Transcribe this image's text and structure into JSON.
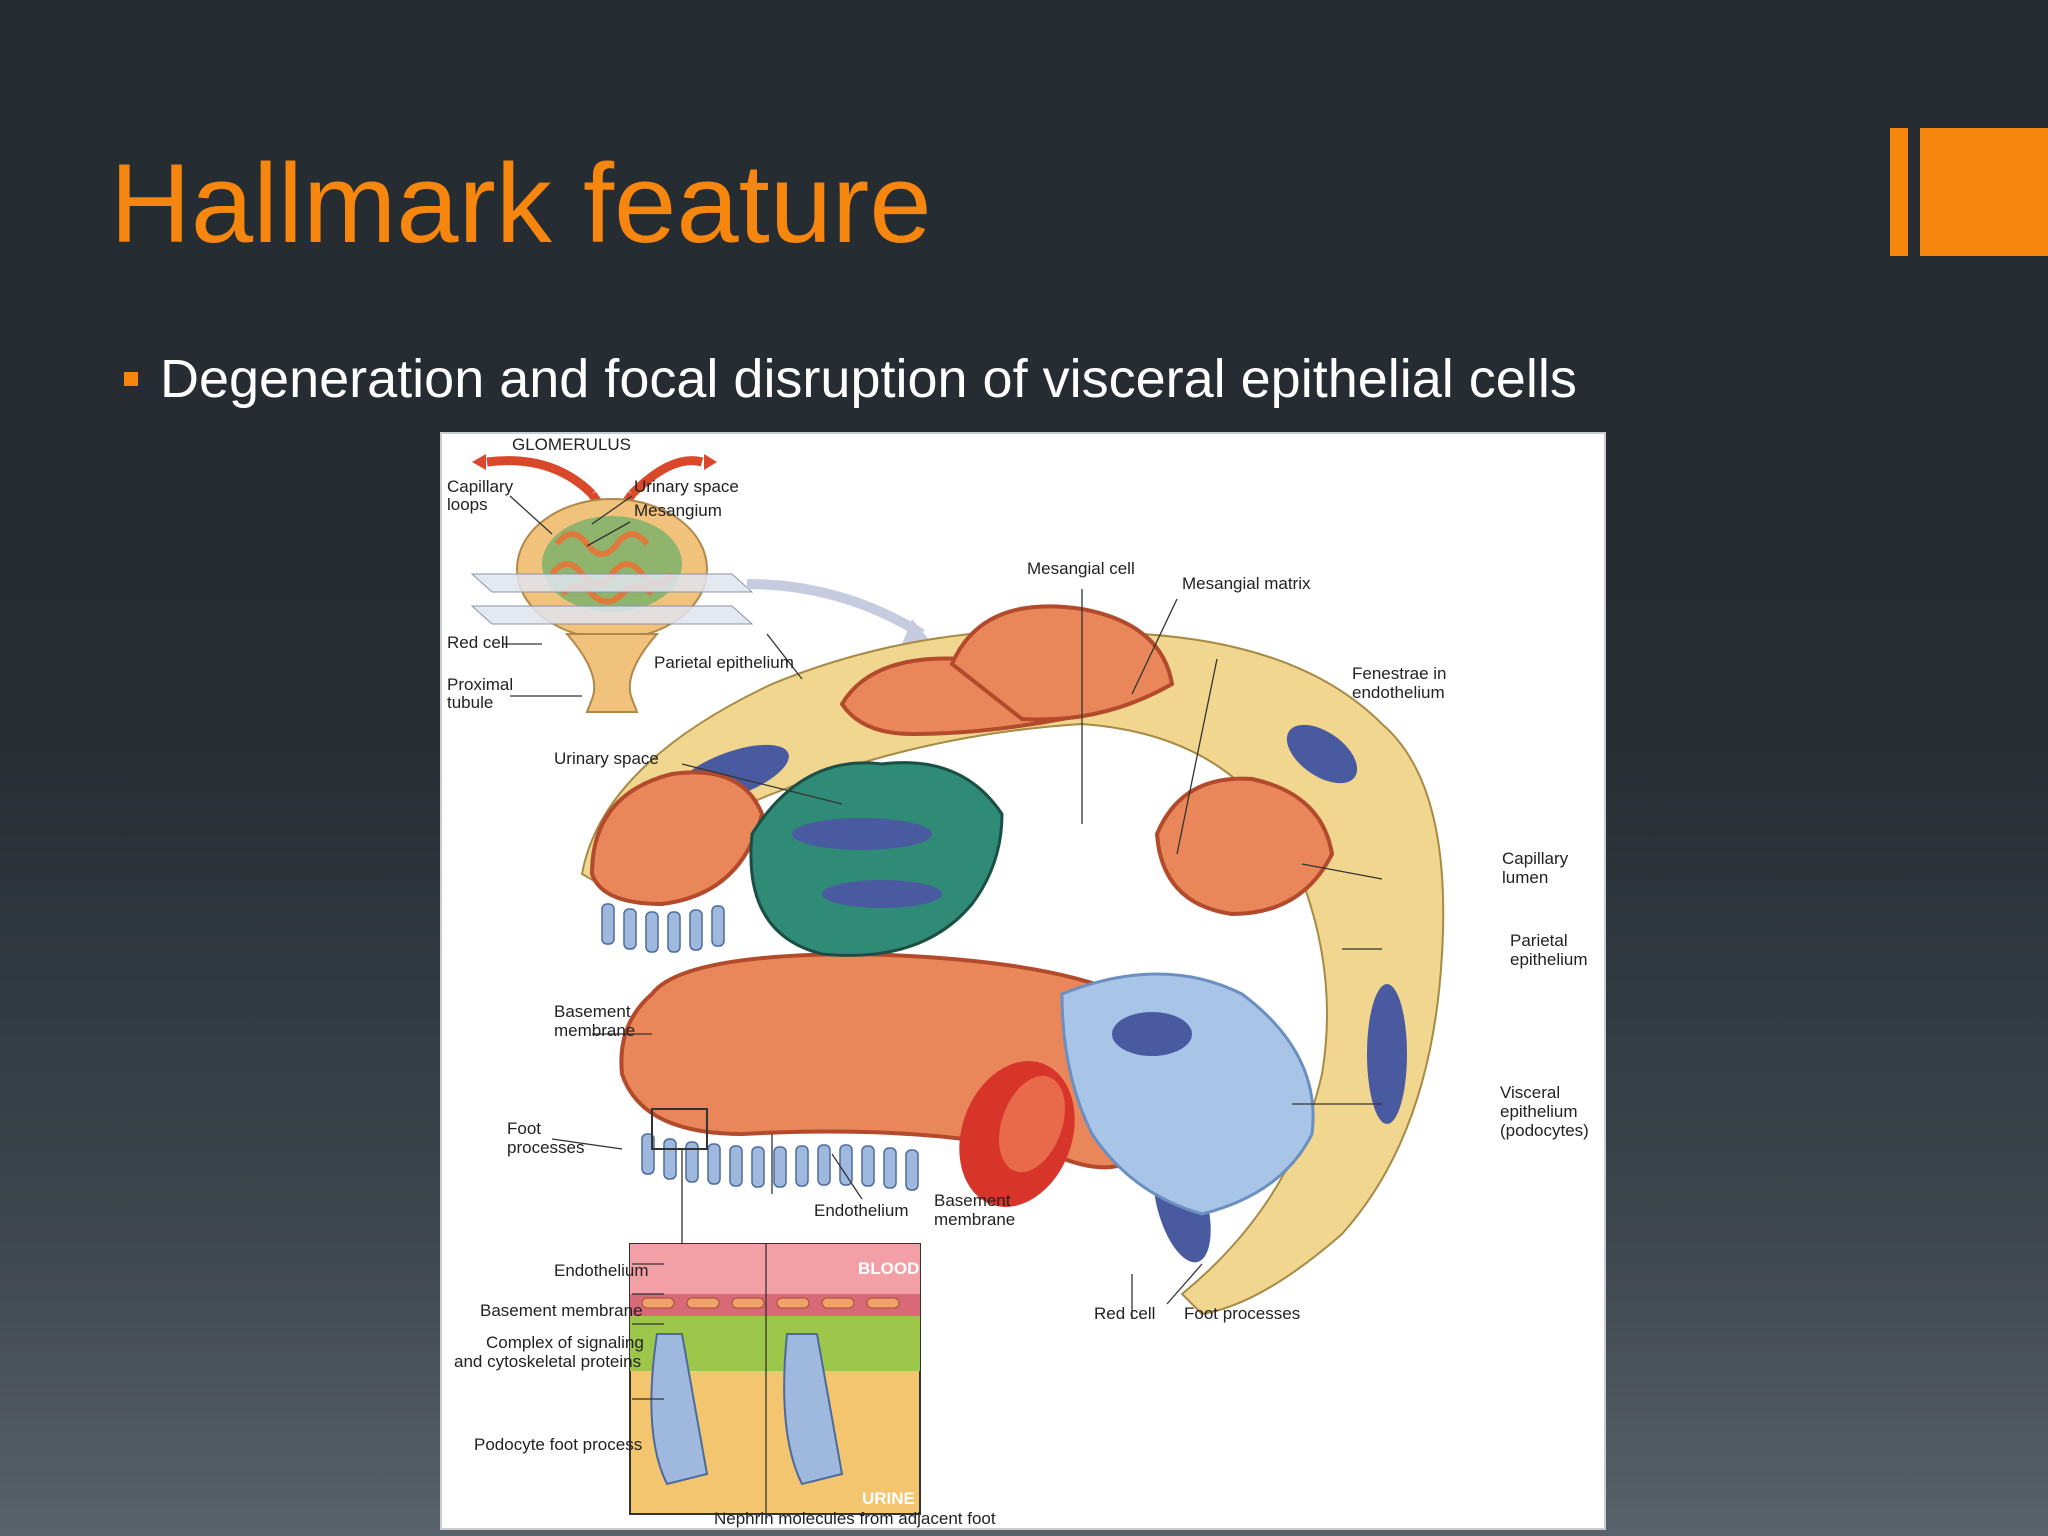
{
  "slide": {
    "title": "Hallmark feature",
    "bullets": [
      "Degeneration and focal disruption of visceral epithelial cells"
    ]
  },
  "figure": {
    "glomerulus": "GLOMERULUS",
    "capillary_loops_1": "Capillary",
    "capillary_loops_2": "loops",
    "urinary_space_small": "Urinary space",
    "mesangium": "Mesangium",
    "red_cell_small": "Red cell",
    "proximal_tubule_1": "Proximal",
    "proximal_tubule_2": "tubule",
    "mesangial_cell": "Mesangial cell",
    "mesangial_matrix": "Mesangial matrix",
    "parietal_epithelium_top": "Parietal epithelium",
    "fenestrae_1": "Fenestrae in",
    "fenestrae_2": "endothelium",
    "urinary_space": "Urinary space",
    "capillary_lumen_1": "Capillary",
    "capillary_lumen_2": "lumen",
    "parietal_epithelium_right_1": "Parietal",
    "parietal_epithelium_right_2": "epithelium",
    "basement_membrane_left_1": "Basement",
    "basement_membrane_left_2": "membrane",
    "visceral_1": "Visceral",
    "visceral_2": "epithelium",
    "visceral_3": "(podocytes)",
    "foot_processes_left_1": "Foot",
    "foot_processes_left_2": "processes",
    "endothelium_mid": "Endothelium",
    "basement_membrane_mid_1": "Basement",
    "basement_membrane_mid_2": "membrane",
    "red_cell": "Red cell",
    "foot_processes": "Foot processes",
    "endothelium_inset": "Endothelium",
    "basement_membrane_inset": "Basement membrane",
    "complex_1": "Complex of signaling",
    "complex_2": "and cytoskeletal proteins",
    "podocyte_foot": "Podocyte foot process",
    "blood": "BLOOD",
    "urine": "URINE",
    "nephrin": "Nephrin molecules from adjacent foot"
  },
  "colors": {
    "accent": "#f7860f",
    "background": "#262d33",
    "text": "#ffffff"
  }
}
